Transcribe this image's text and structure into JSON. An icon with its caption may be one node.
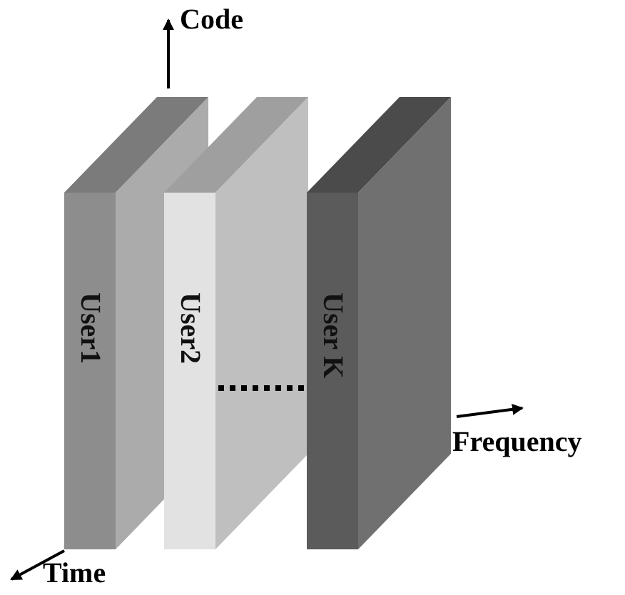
{
  "diagram": {
    "nodes": [
      {
        "text": [
          "User1"
        ]
      },
      {
        "text": [
          "User2"
        ]
      },
      {
        "text": [
          "User K"
        ]
      }
    ],
    "edges": [
      {
        "from": 1,
        "to": 2,
        "arrow": "none",
        "style": "dashed"
      }
    ],
    "labels": [
      "Code",
      "Frequency",
      "Time"
    ]
  }
}
